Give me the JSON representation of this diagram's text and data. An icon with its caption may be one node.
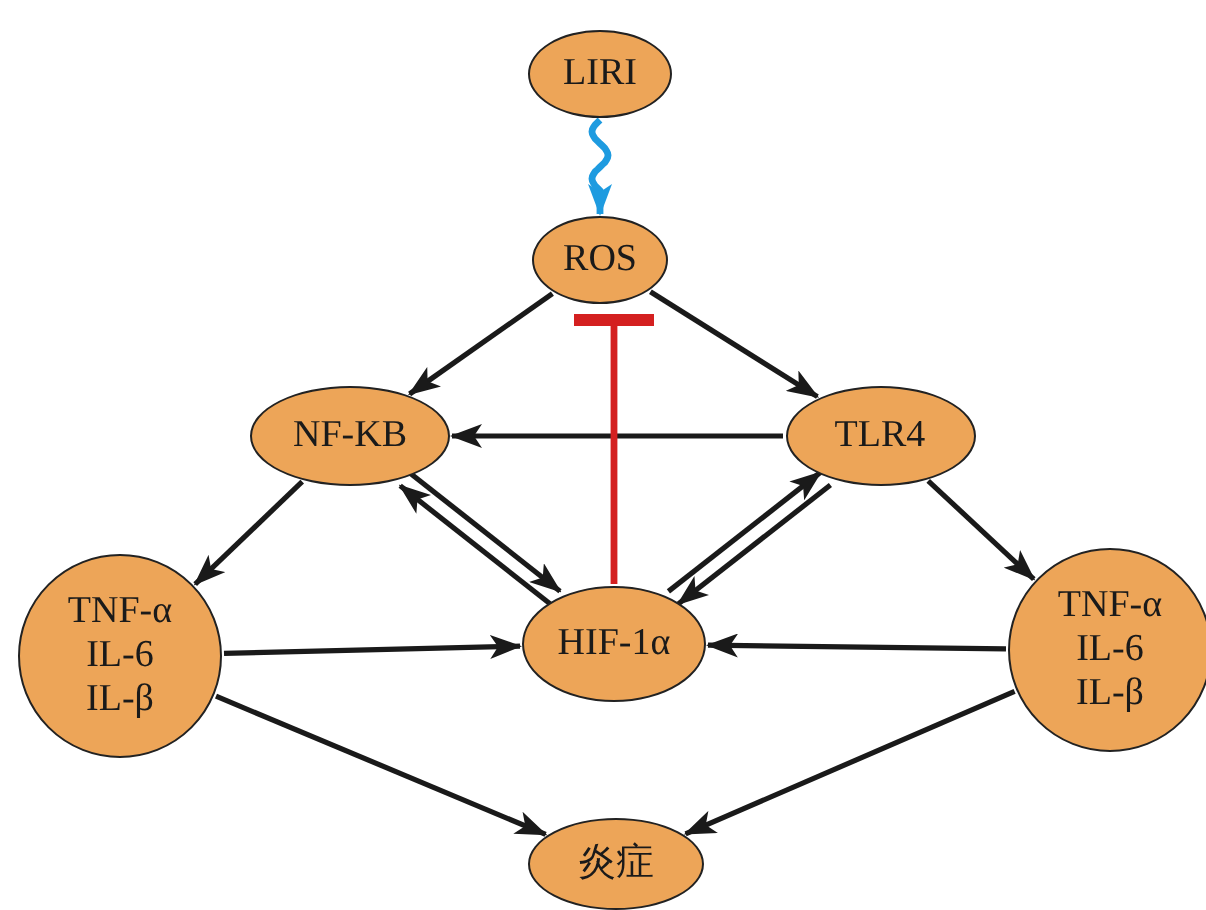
{
  "diagram": {
    "nodes": [
      {
        "text": [
          "LIRI"
        ]
      },
      {
        "text": [
          "ROS"
        ]
      },
      {
        "text": [
          "NF-KB"
        ]
      },
      {
        "text": [
          "TLR4"
        ]
      },
      {
        "text": [
          "TNF-α IL-6 IL-β"
        ]
      },
      {
        "text": [
          "HIF-1α"
        ]
      },
      {
        "text": [
          "TNF-α IL-6 IL-β"
        ]
      },
      {
        "text": [
          "炎症"
        ]
      }
    ],
    "edges": [
      {
        "from": 0,
        "to": 1,
        "arrow": "to",
        "color": "#1e9be0"
      },
      {
        "from": 1,
        "to": 2,
        "arrow": "to"
      },
      {
        "from": 1,
        "to": 3,
        "arrow": "to"
      },
      {
        "from": 3,
        "to": 2,
        "arrow": "to"
      },
      {
        "from": 5,
        "to": 1,
        "arrow": "other",
        "color": "#d42020"
      },
      {
        "from": 2,
        "to": 5,
        "arrow": "to"
      },
      {
        "from": 5,
        "to": 2,
        "arrow": "to"
      },
      {
        "from": 3,
        "to": 5,
        "arrow": "to"
      },
      {
        "from": 5,
        "to": 3,
        "arrow": "to"
      },
      {
        "from": 2,
        "to": 4,
        "arrow": "to"
      },
      {
        "from": 3,
        "to": 6,
        "arrow": "to"
      },
      {
        "from": 4,
        "to": 5,
        "arrow": "to"
      },
      {
        "from": 6,
        "to": 5,
        "arrow": "to"
      },
      {
        "from": 4,
        "to": 7,
        "arrow": "to"
      },
      {
        "from": 6,
        "to": 7,
        "arrow": "to"
      }
    ]
  }
}
